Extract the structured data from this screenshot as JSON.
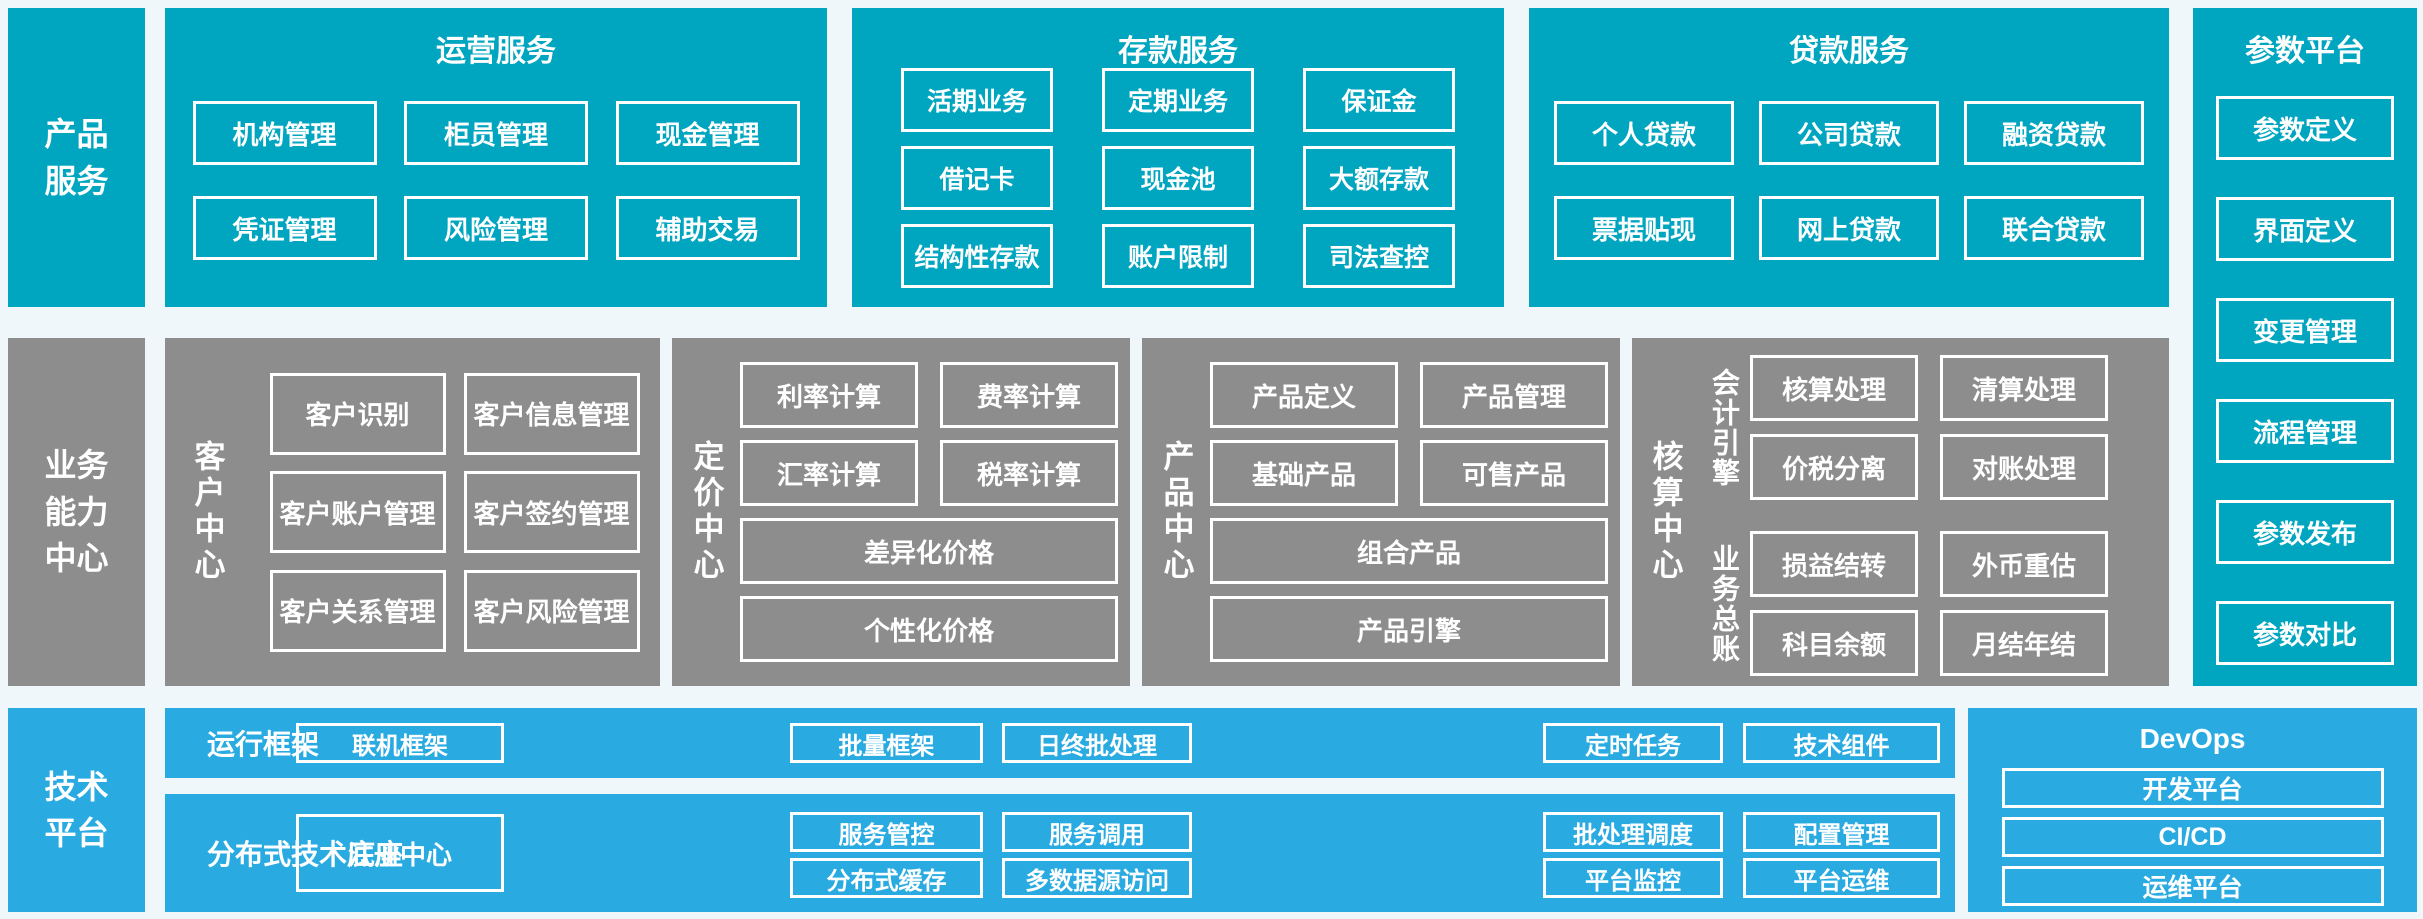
{
  "palette": {
    "cyan": "#00a5c0",
    "gray": "#8d8d8d",
    "blue": "#29abe2",
    "background": "#f0f7fa",
    "box_text": "#ffffff"
  },
  "left_labels": {
    "product": "产品服务",
    "business": "业务能力中心",
    "tech": "技术平台"
  },
  "top_sections": [
    {
      "title": "运营服务",
      "rows": [
        [
          "机构管理",
          "柜员管理",
          "现金管理"
        ],
        [
          "凭证管理",
          "风险管理",
          "辅助交易"
        ]
      ]
    },
    {
      "title": "存款服务",
      "rows": [
        [
          "活期业务",
          "定期业务",
          "保证金"
        ],
        [
          "借记卡",
          "现金池",
          "大额存款"
        ],
        [
          "结构性存款",
          "账户限制",
          "司法查控"
        ]
      ]
    },
    {
      "title": "贷款服务",
      "rows": [
        [
          "个人贷款",
          "公司贷款",
          "融资贷款"
        ],
        [
          "票据贴现",
          "网上贷款",
          "联合贷款"
        ]
      ]
    }
  ],
  "param_platform": {
    "title": "参数平台",
    "items": [
      "参数定义",
      "界面定义",
      "变更管理",
      "流程管理",
      "参数发布",
      "参数对比"
    ]
  },
  "business_centers": [
    {
      "label": "客户中心",
      "items": [
        "客户识别",
        "客户信息管理",
        "客户账户管理",
        "客户签约管理",
        "客户关系管理",
        "客户风险管理"
      ]
    },
    {
      "label": "定价中心",
      "items": [
        "利率计算",
        "费率计算",
        "汇率计算",
        "税率计算",
        "差异化价格",
        "个性化价格"
      ]
    },
    {
      "label": "产品中心",
      "items": [
        "产品定义",
        "产品管理",
        "基础产品",
        "可售产品",
        "组合产品",
        "产品引擎"
      ]
    },
    {
      "label": "核算中心",
      "groups": [
        {
          "label": "会计引擎",
          "items": [
            "核算处理",
            "清算处理",
            "价税分离",
            "对账处理"
          ]
        },
        {
          "label": "业务总账",
          "items": [
            "损益结转",
            "外币重估",
            "科目余额",
            "月结年结"
          ]
        }
      ]
    }
  ],
  "tech_platform": {
    "runtime": {
      "label": "运行框架",
      "boxes": [
        "联机框架",
        "批量框架",
        "日终批处理",
        "定时任务",
        "技术组件"
      ]
    },
    "distributed": {
      "label": "分布式技术底座",
      "registry": "注册中心",
      "grid": [
        [
          "服务管控",
          "服务调用",
          "批处理调度",
          "配置管理"
        ],
        [
          "分布式缓存",
          "多数据源访问",
          "平台监控",
          "平台运维"
        ]
      ]
    },
    "devops": {
      "title": "DevOps",
      "items": [
        "开发平台",
        "CI/CD",
        "运维平台"
      ]
    }
  }
}
